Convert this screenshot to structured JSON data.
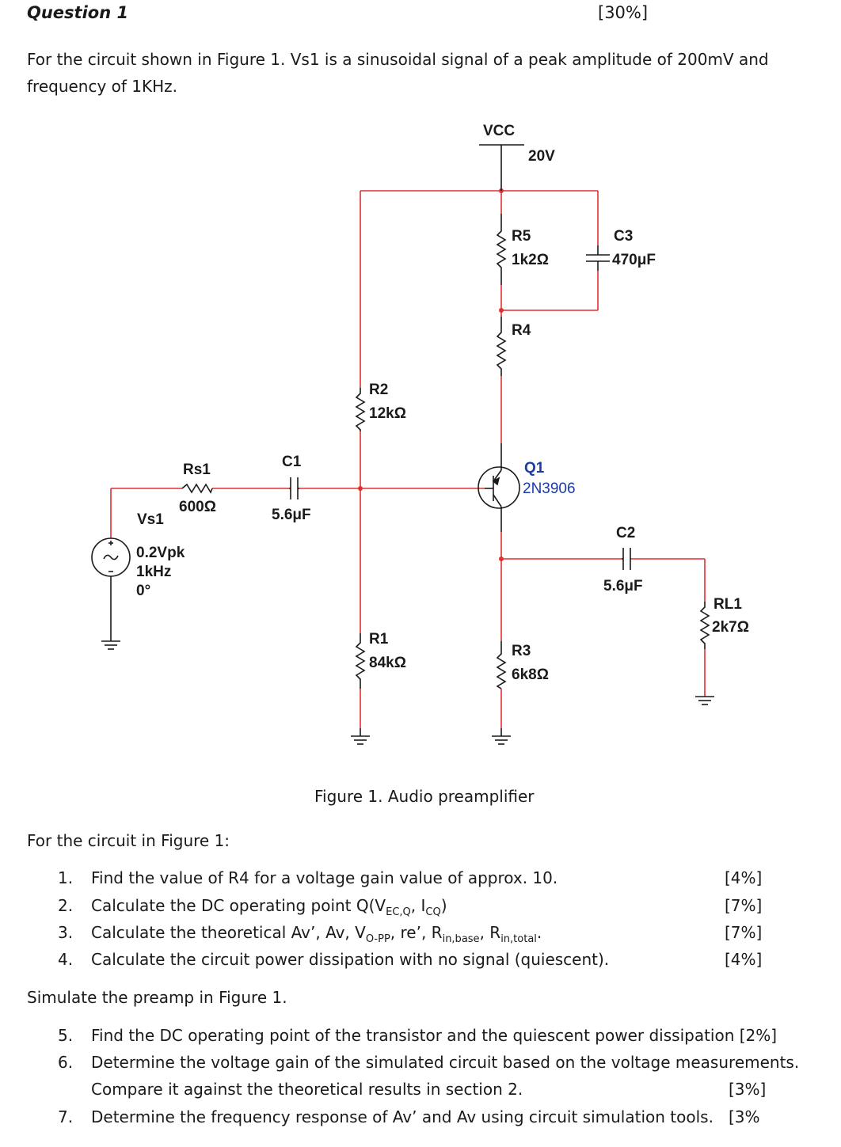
{
  "question": {
    "title": "Question 1",
    "marks": "[30%]",
    "intro": "For the circuit shown in Figure 1. Vs1 is a sinusoidal signal of a peak amplitude of 200mV and frequency of 1KHz."
  },
  "schematic": {
    "vcc_label": "VCC",
    "vcc_value": "20V",
    "r5_name": "R5",
    "r5_value": "1k2Ω",
    "c3_name": "C3",
    "c3_value": "470μF",
    "r4_name": "R4",
    "r2_name": "R2",
    "r2_value": "12kΩ",
    "rs1_name": "Rs1",
    "rs1_value": "600Ω",
    "c1_name": "C1",
    "c1_value": "5.6μF",
    "q1_name": "Q1",
    "q1_part": "2N3906",
    "vs1_name": "Vs1",
    "vs1_amp": "0.2Vpk",
    "vs1_freq": "1kHz",
    "vs1_phase": "0°",
    "c2_name": "C2",
    "c2_value": "5.6μF",
    "rl1_name": "RL1",
    "rl1_value": "2k7Ω",
    "r1_name": "R1",
    "r1_value": "84kΩ",
    "r3_name": "R3",
    "r3_value": "6k8Ω",
    "wire_color": "#e03030"
  },
  "caption": "Figure 1. Audio preamplifier",
  "for_circuit": "For the circuit in Figure 1:",
  "tasks": [
    {
      "num": "1.",
      "text": "Find the value of R4 for a voltage gain value of approx. 10.",
      "mark": "[4%]"
    },
    {
      "num": "2.",
      "text_a": "Calculate the DC operating point Q(V",
      "sub_a": "EC,Q",
      "text_b": ", I",
      "sub_b": "CQ",
      "text_c": ")",
      "mark": "[7%]"
    },
    {
      "num": "3.",
      "text_a": "Calculate the theoretical Av’, Av, V",
      "sub_a": "O-PP",
      "text_b": ", re’, R",
      "sub_b": "in,base",
      "text_c": ", R",
      "sub_c": "in,total",
      "text_d": ".",
      "mark": "[7%]"
    },
    {
      "num": "4.",
      "text": "Calculate the circuit power dissipation with no signal (quiescent).",
      "mark": "[4%]"
    }
  ],
  "simulate": "Simulate the preamp in Figure 1.",
  "sim_tasks": [
    {
      "num": "5.",
      "text": "Find the DC operating point of the transistor and the quiescent power dissipation [2%]"
    },
    {
      "num": "6.",
      "text": "Determine the voltage gain of the simulated circuit based on the voltage measurements.",
      "text2": "Compare it against the theoretical results in section 2.",
      "mark": "[3%]"
    },
    {
      "num": "7.",
      "text": "Determine the frequency response of Av’ and Av using circuit simulation tools.",
      "mark": "[3%"
    }
  ]
}
